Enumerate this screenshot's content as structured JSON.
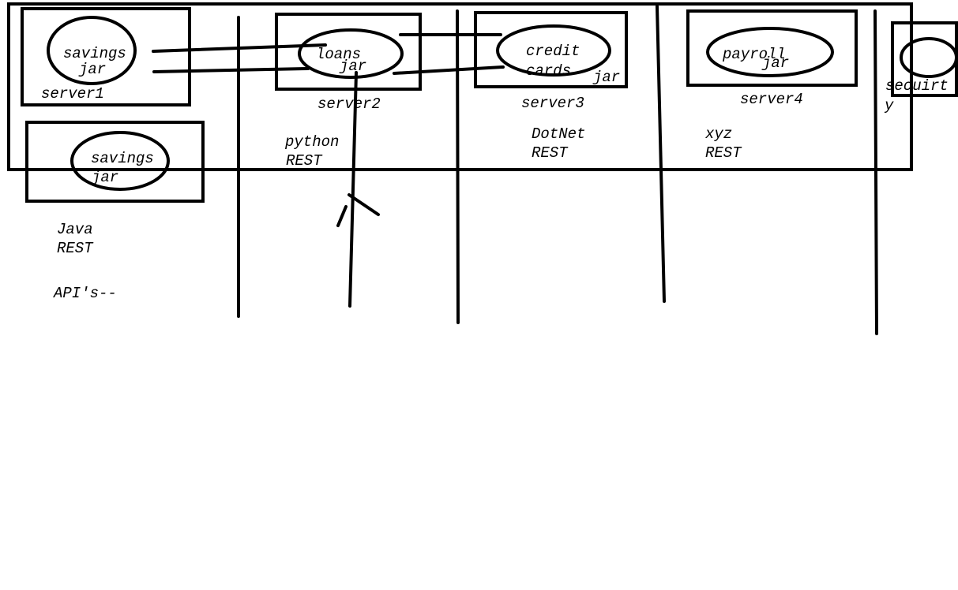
{
  "colors": {
    "background": "#ffffff",
    "ink": "#000000"
  },
  "labels": {
    "server1_savings_word": "savings",
    "server1_savings_jar": "jar",
    "server1": "server1",
    "server1_replica_word": "savings",
    "server1_replica_jar": "jar",
    "server2_loans_word": "loans",
    "server2_loans_jar": "jar",
    "server2": "server2",
    "server3_credit_word": "credit",
    "server3_cards_word": "cards",
    "server3_credit_jar": "jar",
    "server3": "server3",
    "server4_payroll_word": "payroll",
    "server4_payroll_jar": "jar",
    "server4": "server4",
    "security_part1": "secuirt",
    "security_part2": "y",
    "java": "Java",
    "java_rest": "REST",
    "apis": "API's--",
    "python": "python",
    "python_rest": "REST",
    "dotnet": "DotNet",
    "dotnet_rest": "REST",
    "xyz": "xyz",
    "xyz_rest": "REST"
  }
}
